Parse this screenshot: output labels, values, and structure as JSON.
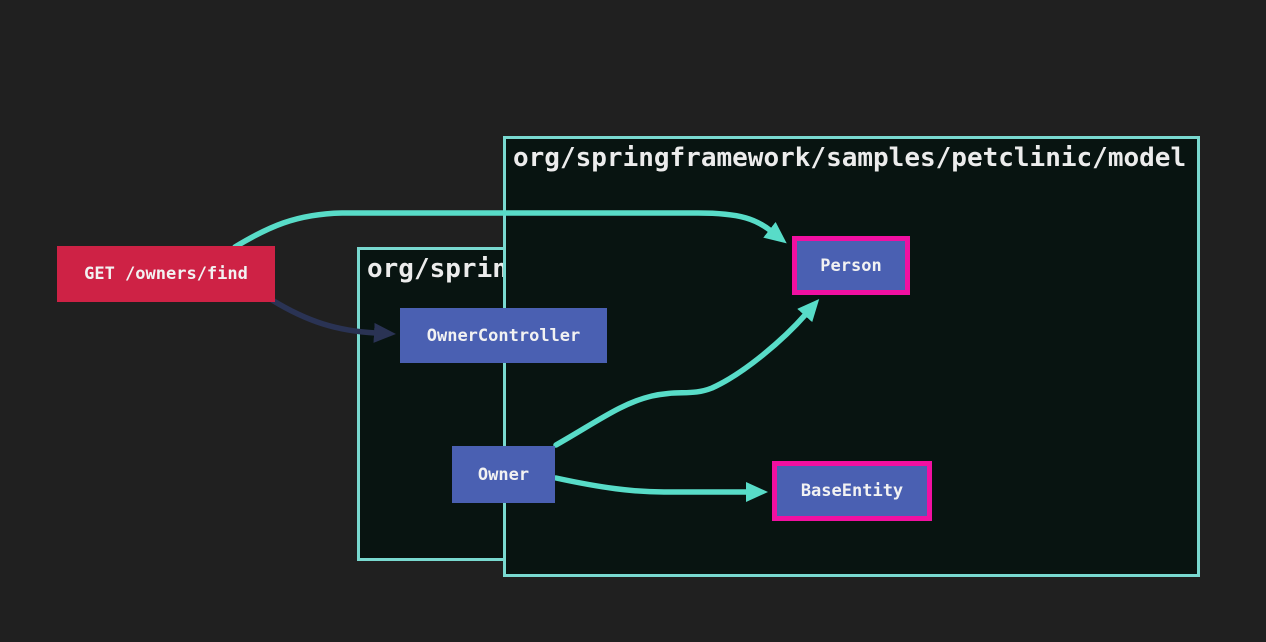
{
  "diagram": {
    "type": "code-dependency-map",
    "background": "#202020",
    "colors": {
      "group_border": "#79d9d0",
      "group_fill": "#081411",
      "edge_teal": "#58dcc8",
      "edge_navy": "#2a3354",
      "node_blue": "#4a60b2",
      "endpoint_red": "#ce2245",
      "highlight_magenta": "#f110a1",
      "title_text": "#ececec",
      "node_text": "#f2f2f2"
    }
  },
  "groups": {
    "model": {
      "label": "org/springframework/samples/petclinic/model"
    },
    "owner_pkg": {
      "label": "org/sprin"
    }
  },
  "nodes": {
    "endpoint": {
      "label": "GET /owners/find",
      "type": "http-endpoint"
    },
    "owner_controller": {
      "label": "OwnerController",
      "type": "class"
    },
    "owner": {
      "label": "Owner",
      "type": "class"
    },
    "person": {
      "label": "Person",
      "type": "class-highlighted"
    },
    "base_entity": {
      "label": "BaseEntity",
      "type": "class-highlighted"
    }
  },
  "edges": [
    {
      "from": "GET /owners/find",
      "to": "Person",
      "color": "teal"
    },
    {
      "from": "GET /owners/find",
      "to": "OwnerController",
      "color": "navy"
    },
    {
      "from": "Owner",
      "to": "Person",
      "color": "teal"
    },
    {
      "from": "Owner",
      "to": "BaseEntity",
      "color": "teal"
    }
  ]
}
